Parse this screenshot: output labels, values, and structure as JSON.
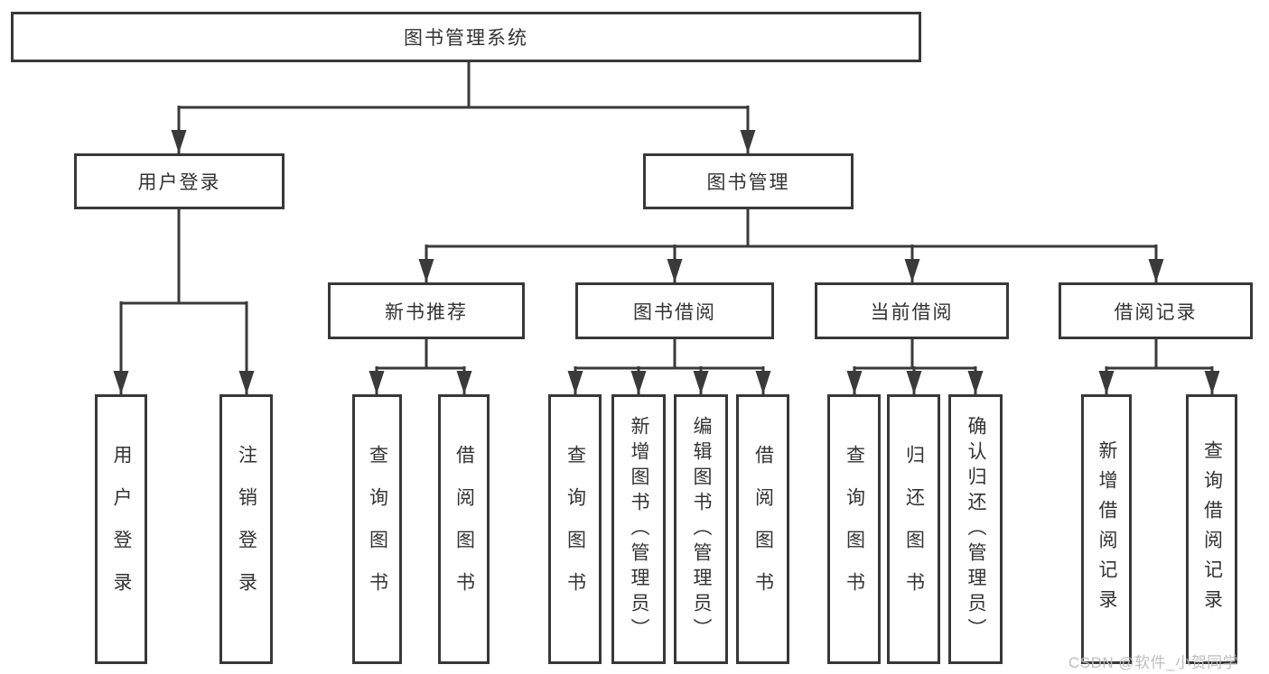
{
  "tree": {
    "root": {
      "label": "图书管理系统",
      "children": [
        {
          "label": "用户登录",
          "children": [
            {
              "label": "用户登录"
            },
            {
              "label": "注销登录"
            }
          ]
        },
        {
          "label": "图书管理",
          "children": [
            {
              "label": "新书推荐",
              "children": [
                {
                  "label": "查询图书"
                },
                {
                  "label": "借阅图书"
                }
              ]
            },
            {
              "label": "图书借阅",
              "children": [
                {
                  "label": "查询图书"
                },
                {
                  "label": "新增图书（管理员）"
                },
                {
                  "label": "编辑图书（管理员）"
                },
                {
                  "label": "借阅图书"
                }
              ]
            },
            {
              "label": "当前借阅",
              "children": [
                {
                  "label": "查询图书"
                },
                {
                  "label": "归还图书"
                },
                {
                  "label": "确认归还（管理员）"
                }
              ]
            },
            {
              "label": "借阅记录",
              "children": [
                {
                  "label": "新增借阅记录"
                },
                {
                  "label": "查询借阅记录"
                }
              ]
            }
          ]
        }
      ]
    }
  },
  "watermark": {
    "text": "CSDN @软件_小贺同学"
  },
  "colors": {
    "line": "#3a3a3a",
    "box_border": "#383838",
    "text": "#333333",
    "background": "#ffffff",
    "watermark": "#bababa"
  }
}
